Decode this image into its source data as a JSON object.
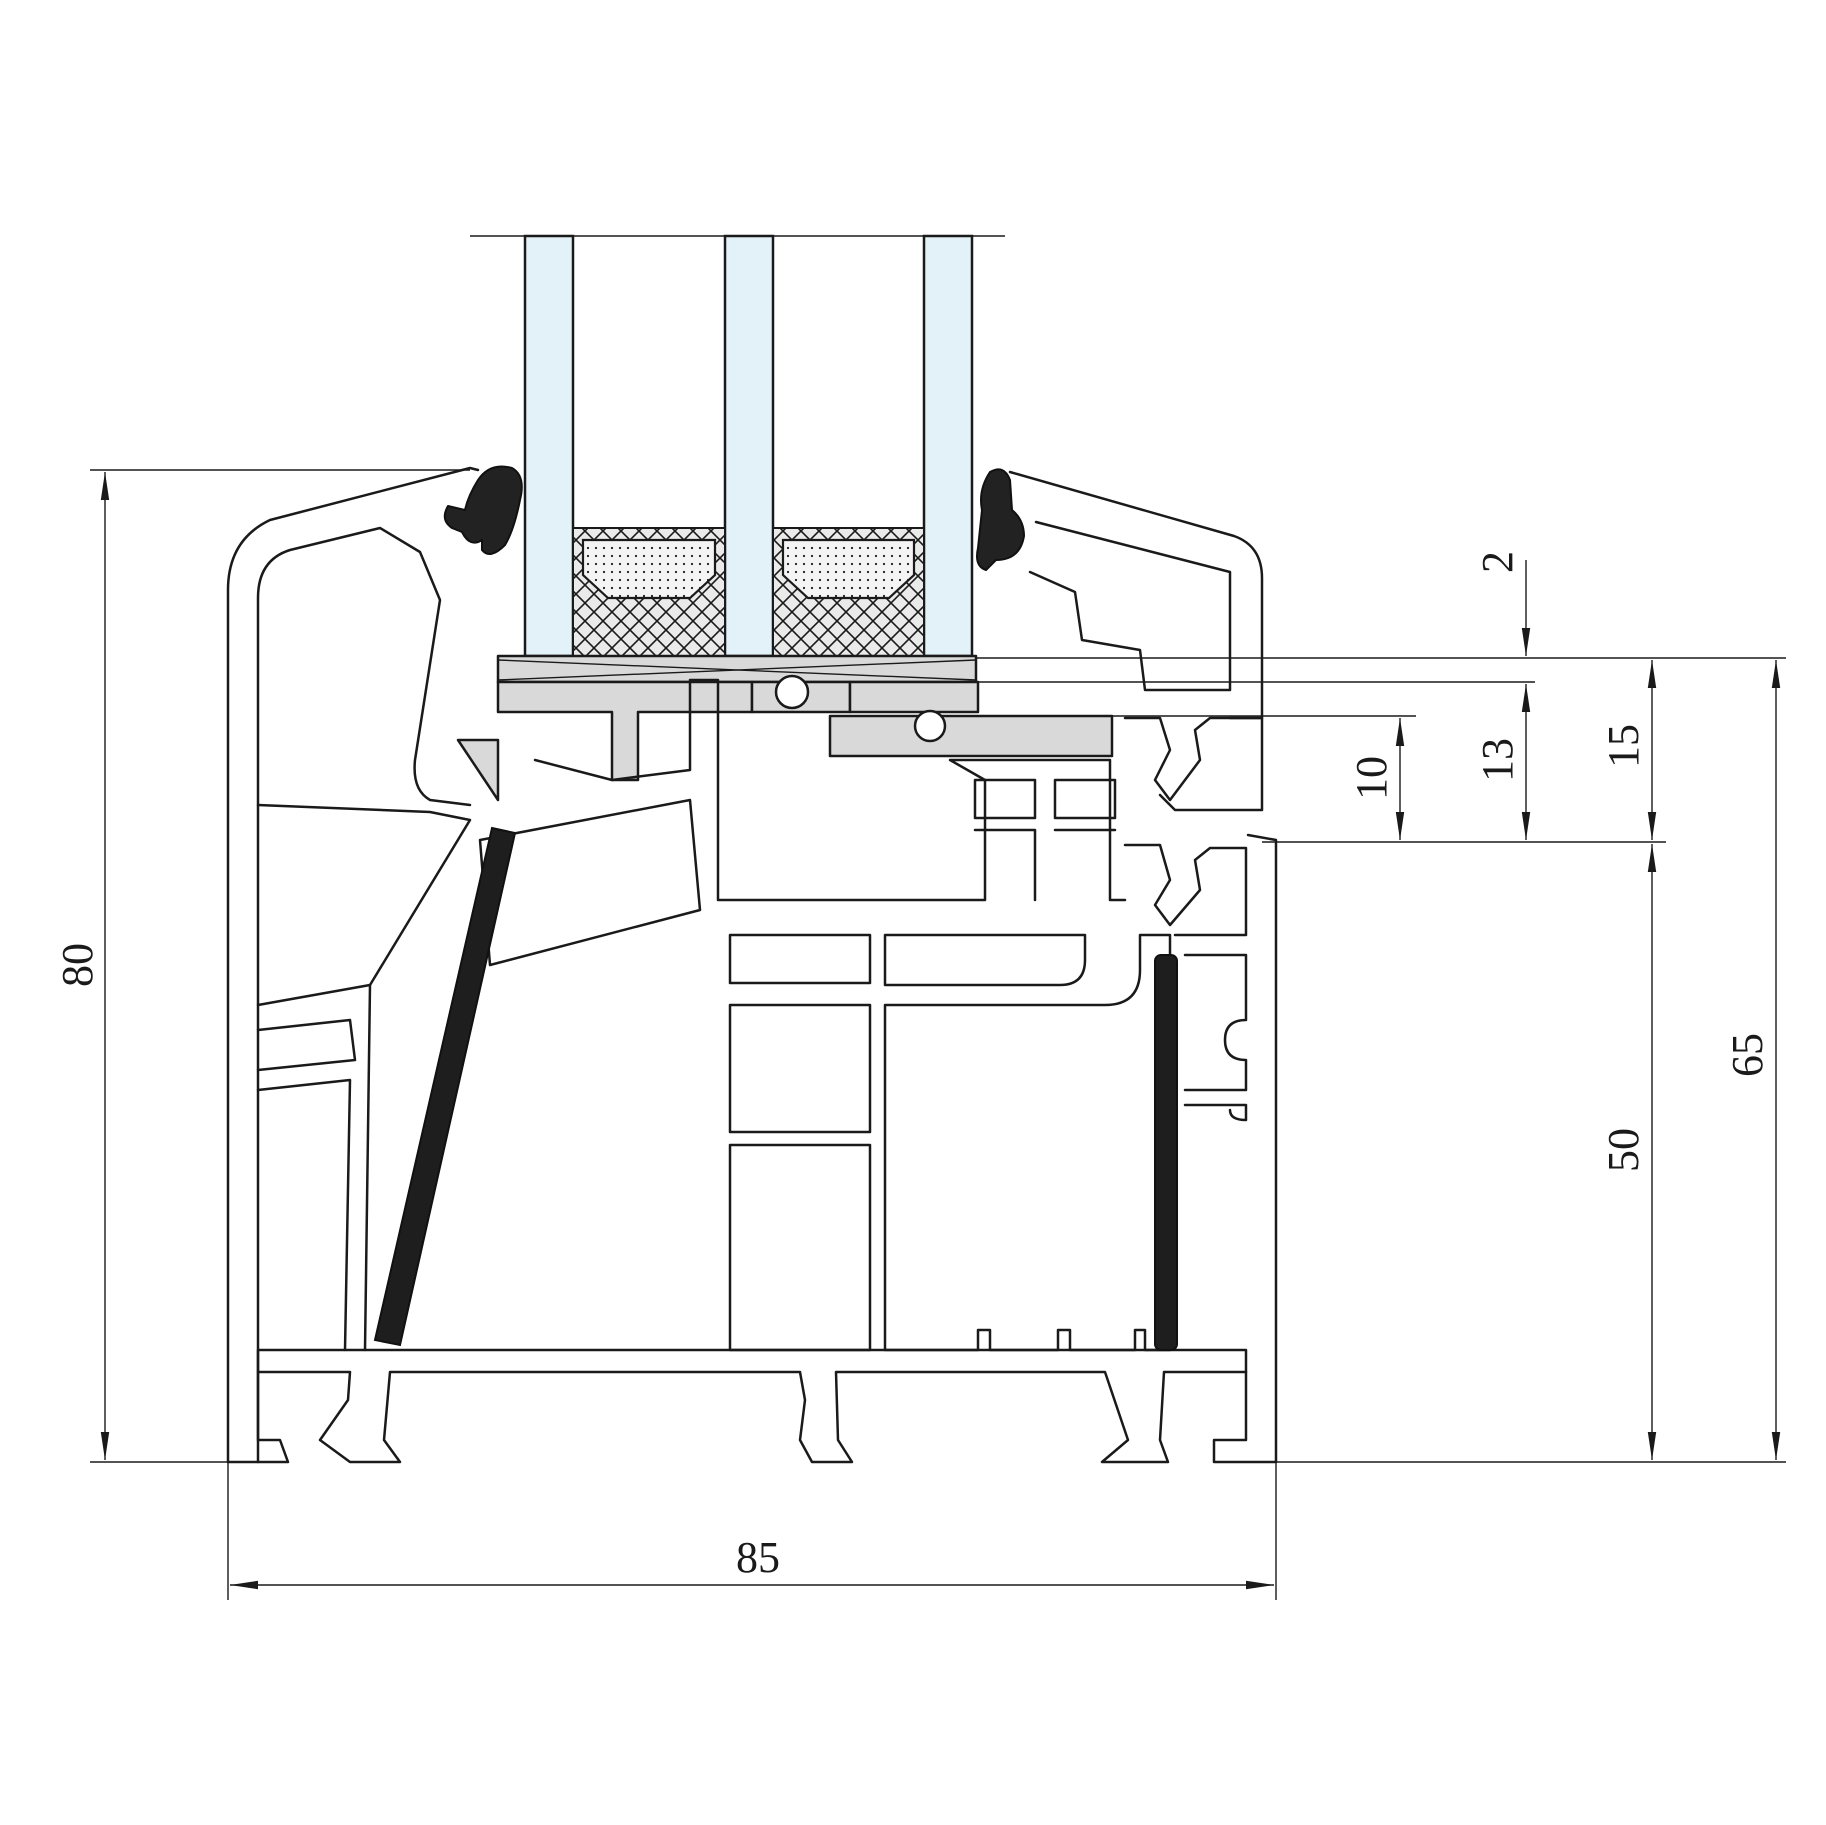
{
  "colors": {
    "line": "#1a1a1a",
    "glass": "#e3f1f8",
    "bead": "#d9d9d9",
    "gasket": "#222222",
    "spacer_fill": "#e6e6e6"
  },
  "dimensions": {
    "overall_height": "80",
    "overall_width": "85",
    "glass_recess": "2",
    "overlap_10": "10",
    "overlap_13": "13",
    "overlap_15": "15",
    "frame_height_50": "50",
    "frame_height_65": "65"
  },
  "icons": {
    "gasket": "black-seal-icon",
    "reinforcement": "steel-bar-icon",
    "spacer": "desiccant-spacer-icon"
  }
}
